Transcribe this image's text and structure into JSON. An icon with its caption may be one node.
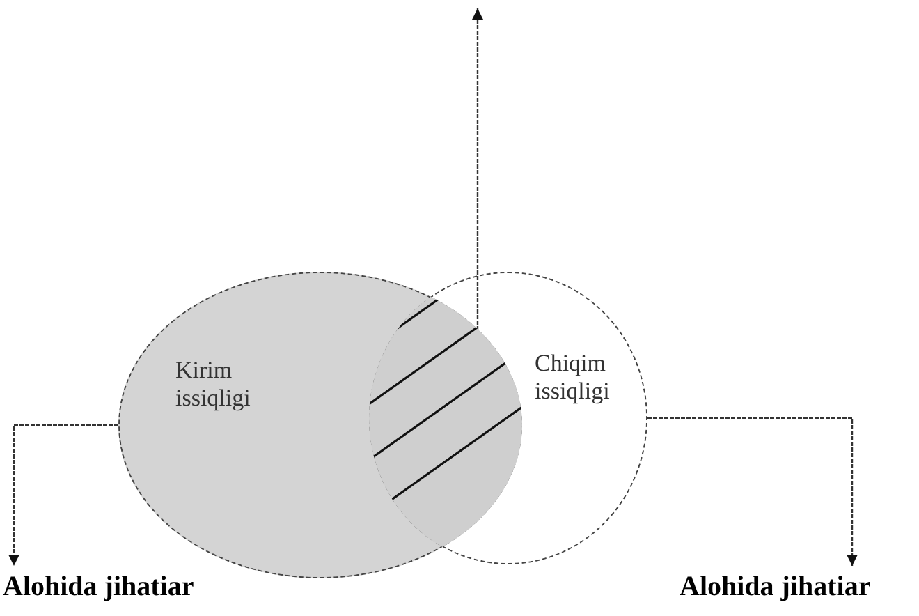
{
  "diagram": {
    "nodes": [
      {
        "text": [
          "Kirim issiqligi"
        ]
      },
      {
        "text": [
          "Chiqim issiqligi"
        ]
      },
      {
        "text": [],
        "shape": "lens"
      },
      {
        "text": [
          "Alohida jihatiar"
        ]
      },
      {
        "text": [
          "Alohida jihatiar"
        ]
      }
    ],
    "edges": [
      {
        "from": 0,
        "to": 3,
        "arrow": "to"
      },
      {
        "from": 1,
        "to": 4,
        "arrow": "to"
      },
      {
        "from": 2,
        "to": null,
        "arrow": "to"
      }
    ]
  }
}
